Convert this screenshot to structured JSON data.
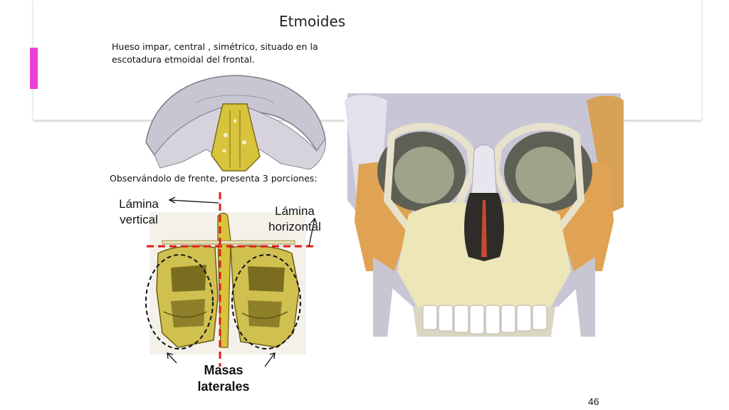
{
  "slide": {
    "title": "Etmoides",
    "description": "Hueso impar, central , simétrico,  situado en la escotadura etmoidal del frontal.",
    "subtitle": "Observándolo de frente, presenta 3 porciones:",
    "page_number": "46",
    "accent_color": "#e83fd8"
  },
  "labels": {
    "vertical": "Lámina vertical",
    "horizontal": "Lámina horizontal",
    "masas": "Masas laterales"
  },
  "colors": {
    "bone_gray": "#c9c6d3",
    "etmoides_yellow": "#d8c33c",
    "guide_red": "#e01b1b",
    "skull_cream": "#ece6b9",
    "orange_bone": "#e0a353"
  }
}
